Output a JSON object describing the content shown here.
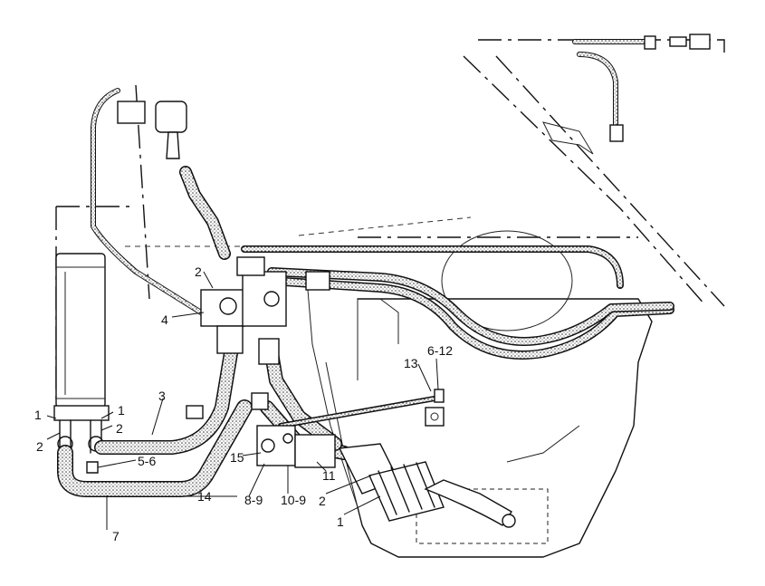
{
  "callouts": {
    "c1_left": "1",
    "c1_mid": "1",
    "c1_pump": "1",
    "c2_left": "2",
    "c2_mid": "2",
    "c2_valve": "2",
    "c2_pump": "2",
    "c3": "3",
    "c4": "4",
    "c5_6": "5-6",
    "c6_12": "6-12",
    "c7": "7",
    "c8_9": "8-9",
    "c10_9": "10-9",
    "c11": "11",
    "c13": "13",
    "c14": "14",
    "c15": "15"
  }
}
